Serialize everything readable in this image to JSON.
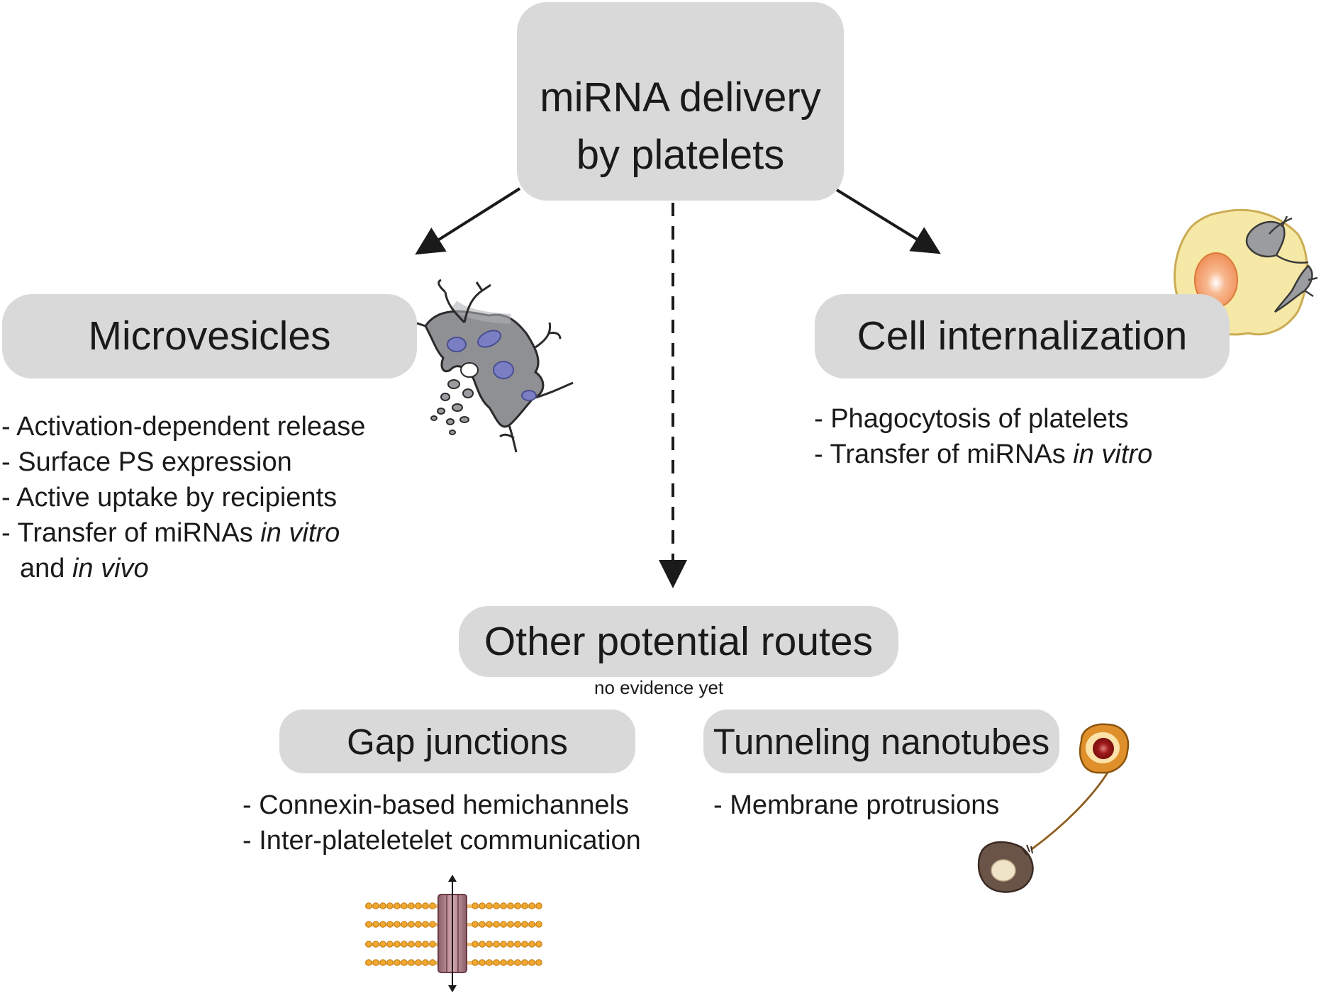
{
  "center": {
    "title_line1": "miRNA delivery",
    "title_line2": "by platelets"
  },
  "microvesicles": {
    "title": "Microvesicles",
    "bullets": [
      "- Activation-dependent release",
      "- Surface PS expression",
      "- Active uptake by recipients"
    ],
    "bullet4_prefix": "- Transfer of miRNAs ",
    "bullet4_italic": "in vitro",
    "bullet4_cont_prefix": "and ",
    "bullet4_cont_italic": "in vivo"
  },
  "cell_internalization": {
    "title": "Cell internalization",
    "bullet1": "- Phagocytosis of platelets",
    "bullet2_prefix": "- Transfer of miRNAs ",
    "bullet2_italic": "in vitro"
  },
  "other_routes": {
    "title": "Other potential routes",
    "note": "no evidence yet"
  },
  "gap_junctions": {
    "title": "Gap junctions",
    "bullets": [
      "- Connexin-based hemichannels",
      "- Inter-plateletelet communication"
    ]
  },
  "tunneling_nanotubes": {
    "title": "Tunneling nanotubes",
    "bullets": [
      "- Membrane protrusions"
    ]
  },
  "colors": {
    "box_fill": "#d9d9d9",
    "arrow": "#1a1a1a",
    "platelet_gray": "#8f9094",
    "granule_blue": "#7a7fc4",
    "cell_yellow": "#f6e7a2",
    "nucleus_orange": "#f4a070",
    "lipid_orange": "#f0a830",
    "channel_mauve": "#b98a93",
    "nanotube_cell_orange": "#e0902a",
    "nanotube_nucleus_red": "#8a1414",
    "nanotube_cell_brown": "#6a5448"
  }
}
